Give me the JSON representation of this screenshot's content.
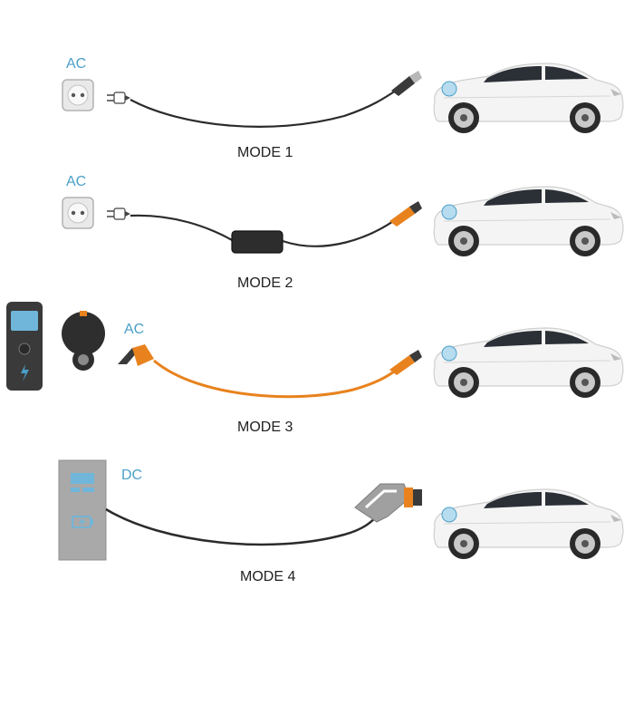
{
  "title": "EV charging modes",
  "colors": {
    "accent_blue": "#4a9fc8",
    "cable_black": "#2b2b2b",
    "cable_orange": "#e8821e",
    "station_gray": "#a9a9a9",
    "wallbox_dark": "#3a3a3a"
  },
  "modes": [
    {
      "label": "MODE 1",
      "current": "AC",
      "source": "household socket",
      "cable": "plain cable"
    },
    {
      "label": "MODE 2",
      "current": "AC",
      "source": "household socket",
      "cable": "cable with in-cable control box"
    },
    {
      "label": "MODE 3",
      "current": "AC",
      "source": "wallbox / charging station",
      "cable": "orange Type 2 cable"
    },
    {
      "label": "MODE 4",
      "current": "DC",
      "source": "DC fast charger",
      "cable": "tethered DC cable"
    }
  ],
  "icons": [
    "wall-socket-icon",
    "plug-icon",
    "control-box-icon",
    "wallbox-icon",
    "lightning-icon",
    "battery-icon",
    "ev-car-icon",
    "connector-icon"
  ]
}
